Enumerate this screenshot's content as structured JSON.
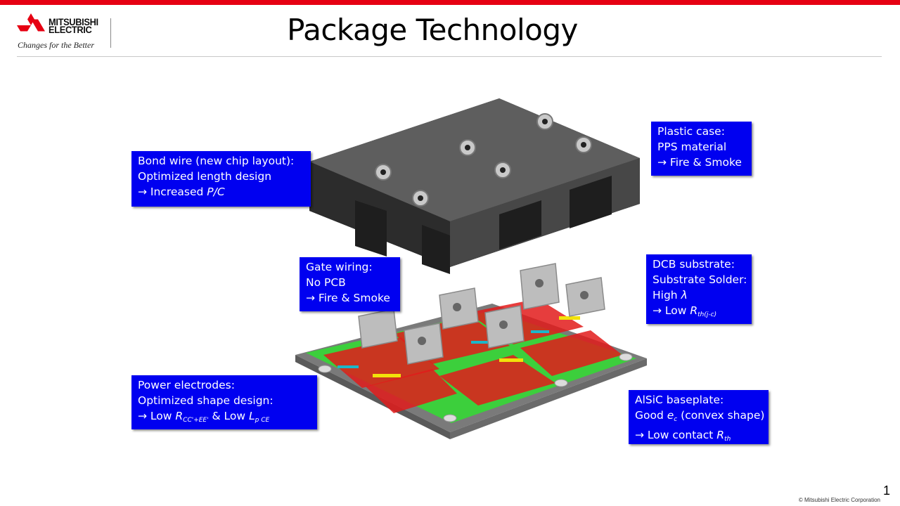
{
  "brand": {
    "name": "MITSUBISHI ELECTRIC",
    "name_line1": "MITSUBISHI",
    "name_line2": "ELECTRIC",
    "tagline": "Changes for the Better",
    "colors": {
      "accent_red": "#e60012",
      "callout_blue": "#0000f0",
      "logo_red": "#e60012"
    }
  },
  "slide": {
    "title": "Package Technology",
    "page_number": "1",
    "copyright": "© Mitsubishi Electric Corporation"
  },
  "illustration": {
    "subject": "power module exploded view",
    "icon": "power-module-illustration"
  },
  "callouts": {
    "bond_wire": {
      "line1": "Bond wire (new chip layout):",
      "line2": "Optimized length design",
      "line3_prefix": "→ Increased ",
      "line3_italic": "P/C"
    },
    "plastic_case": {
      "line1": "Plastic case:",
      "line2": "PPS material",
      "line3": "→ Fire & Smoke"
    },
    "gate_wiring": {
      "line1": "Gate wiring:",
      "line2": "No PCB",
      "line3": "→ Fire & Smoke"
    },
    "dcb": {
      "line1": "DCB substrate:",
      "line2": "Substrate Solder:",
      "line3_prefix": "High ",
      "line3_italic": "λ",
      "line4_prefix": "→ Low ",
      "line4_r": "R",
      "line4_sub": "th(j-c)"
    },
    "power_electrodes": {
      "line1": "Power electrodes:",
      "line2": "Optimized shape design:",
      "line3_prefix": "→ Low ",
      "line3_r": "R",
      "line3_sub": "CC'+EE'",
      "line3_mid": " & Low ",
      "line3_l": "L",
      "line3_lsub": "p CE"
    },
    "baseplate": {
      "line1": "AlSiC baseplate:",
      "line2_prefix": "Good ",
      "line2_e": "e",
      "line2_sub": "c",
      "line2_suffix": " (convex shape)",
      "line3_prefix": "→ Low contact ",
      "line3_r": "R",
      "line3_sub": "th"
    }
  }
}
